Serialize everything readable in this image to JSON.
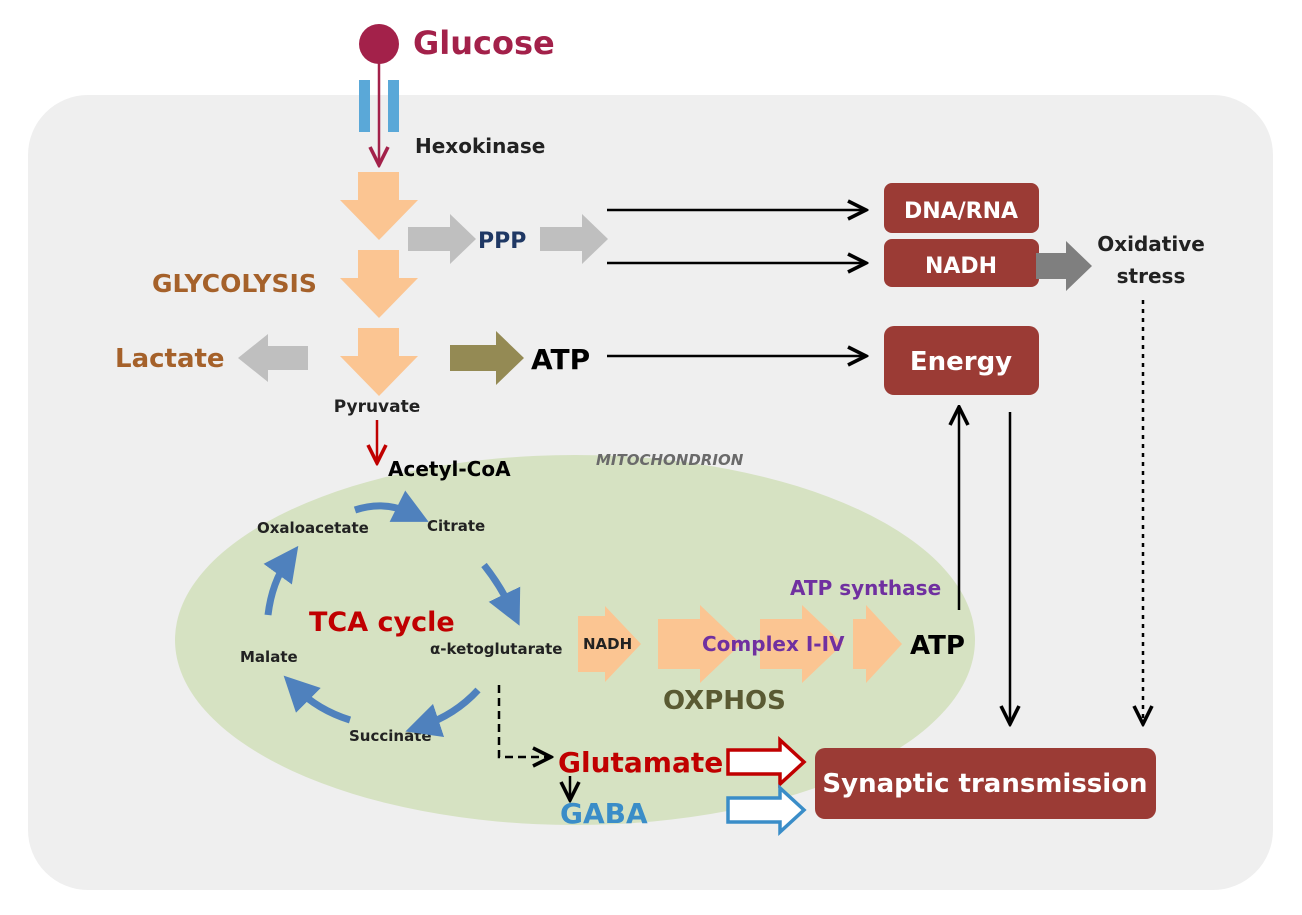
{
  "colors": {
    "panel": "#efefef",
    "mitochondrion": "#d6e2c2",
    "orange_arrow": "#fbc592",
    "gray_arrow": "#bfbfbf",
    "olive_arrow": "#948a54",
    "box": "#9b3b35",
    "glucose": "#a3214a",
    "channel": "#5aa8d8",
    "tca_arrow": "#4f81bd",
    "brown_text": "#a5612a",
    "navy_text": "#1f3864",
    "purple_text": "#7030a0",
    "red_text": "#c00000",
    "gaba_blue": "#3a8dc8",
    "olive_text": "#5a5a32"
  },
  "labels": {
    "glucose": "Glucose",
    "hexokinase": "Hexokinase",
    "glycolysis": "GLYCOLYSIS",
    "ppp": "PPP",
    "lactate": "Lactate",
    "atp_cytosol": "ATP",
    "pyruvate": "Pyruvate",
    "acetyl_coa": "Acetyl-CoA",
    "mitochondrion": "MITOCHONDRION",
    "oxaloacetate": "Oxaloacetate",
    "citrate": "Citrate",
    "tca_cycle": "TCA cycle",
    "malate": "Malate",
    "alpha_ketoglutarate": "α-ketoglutarate",
    "succinate": "Succinate",
    "nadh_mito": "NADH",
    "complex": "Complex I-IV",
    "atp_synthase": "ATP synthase",
    "atp_mito": "ATP",
    "oxphos": "OXPHOS",
    "glutamate": "Glutamate",
    "gaba": "GABA",
    "oxidative_stress_line1": "Oxidative",
    "oxidative_stress_line2": "stress"
  },
  "boxes": {
    "dna_rna": "DNA/RNA",
    "nadh": "NADH",
    "energy": "Energy",
    "synaptic": "Synaptic transmission"
  }
}
